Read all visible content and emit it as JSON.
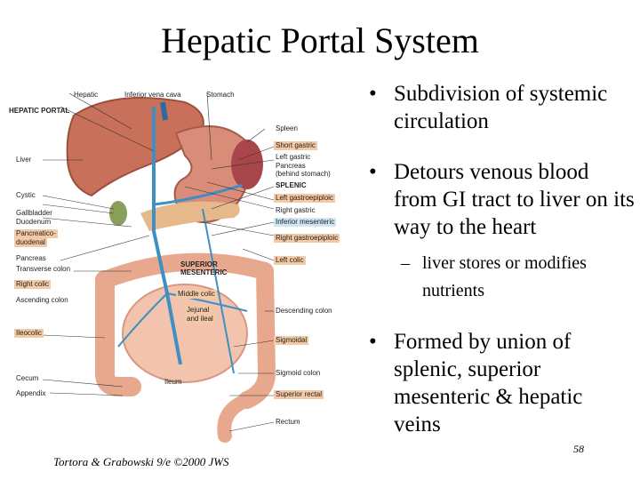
{
  "title": "Hepatic Portal System",
  "bullets": [
    {
      "text": "Subdivision of systemic circulation"
    },
    {
      "text": "Detours venous blood from GI tract to liver on its way to the heart",
      "sub": "liver stores or modifies nutrients"
    },
    {
      "text": "Formed by union of splenic, superior mesenteric & hepatic veins"
    }
  ],
  "bullet_symbol": "•",
  "sub_symbol": "–",
  "page_number": "58",
  "credit": "Tortora & Grabowski 9/e ©2000 JWS",
  "figure": {
    "labels_left": [
      "Hepatic",
      "HEPATIC PORTAL",
      "Liver",
      "Cystic",
      "Gallbladder",
      "Duodenum",
      "Pancreatico-",
      "duodenal",
      "Pancreas",
      "Transverse colon",
      "Right colic",
      "Ascending colon",
      "Ileocolic",
      "Cecum",
      "Appendix"
    ],
    "labels_top": [
      "Inferior vena cava",
      "Stomach"
    ],
    "labels_right": [
      "Spleen",
      "Short gastric",
      "Left gastric",
      "Pancreas",
      "(behind stomach)",
      "SPLENIC",
      "Left gastroepiploic",
      "Right gastric",
      "Inferior mesenteric",
      "Right gastroepiploic",
      "Left colic",
      "Descending colon",
      "Sigmoidal",
      "Sigmoid colon",
      "Superior rectal",
      "Rectum"
    ],
    "labels_center": [
      "SUPERIOR",
      "MESENTERIC",
      "Middle colic",
      "Jejunal",
      "and ileal",
      "Ileum"
    ]
  },
  "colors": {
    "liver": "#c9705a",
    "colon": "#e8a88e",
    "vein": "#3d8fc4",
    "stomach": "#d98c78",
    "label_highlight": "#f4c9a6"
  }
}
